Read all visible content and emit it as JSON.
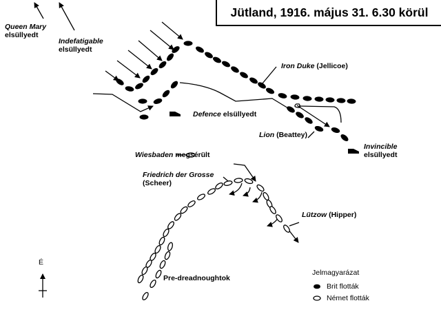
{
  "title": "Jütland, 1916. május 31. 6.30 körül",
  "labels": {
    "queen_mary": {
      "name": "Queen Mary",
      "status": "elsüllyedt"
    },
    "indefatigable": {
      "name": "Indefatigable",
      "status": "elsüllyedt"
    },
    "defence": {
      "name": "Defence",
      "status": "elsüllyedt"
    },
    "iron_duke": {
      "name": "Iron Duke",
      "commander": "(Jellicoe)"
    },
    "lion": {
      "name": "Lion",
      "commander": "(Beattey)"
    },
    "invincible": {
      "name": "Invincible",
      "status": "elsüllyedt"
    },
    "wiesbaden": {
      "name": "Wiesbaden",
      "status": "megsérült"
    },
    "friedrich": {
      "name": "Friedrich der Grosse",
      "commander": "(Scheer)"
    },
    "lutzow": {
      "name": "Lützow",
      "commander": "(Hipper)"
    },
    "pre_dreadnought": "Pre-dreadnoughtok"
  },
  "compass": {
    "north": "É"
  },
  "legend": {
    "title": "Jelmagyarázat",
    "items": [
      {
        "label": "Brit flották",
        "style": "filled"
      },
      {
        "label": "Német flották",
        "style": "open"
      }
    ]
  }
}
